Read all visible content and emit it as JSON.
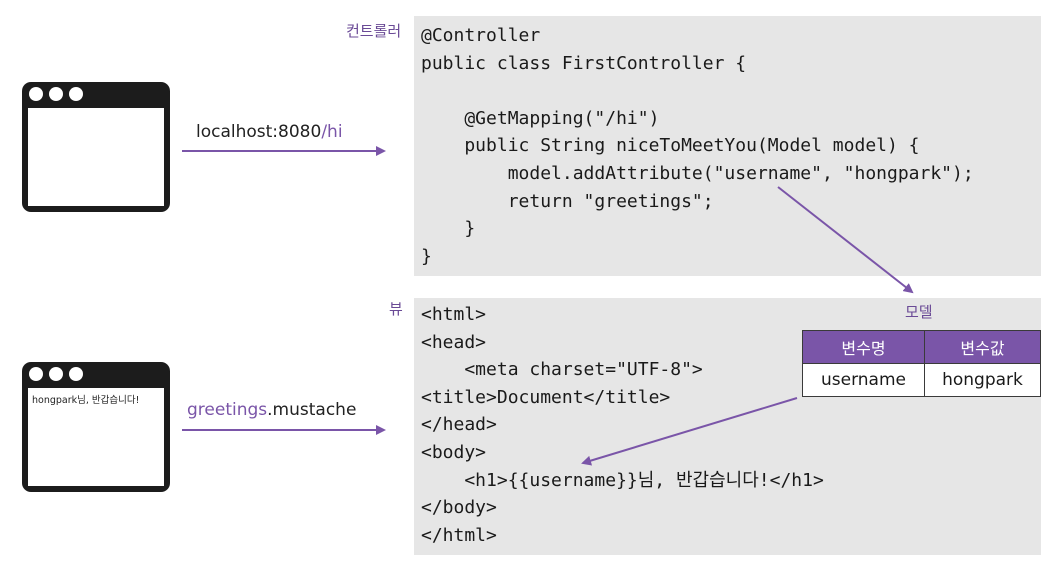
{
  "controller": {
    "label": "컨트롤러",
    "code": "@Controller\npublic class FirstController {\n\n    @GetMapping(\"/hi\")\n    public String niceToMeetYou(Model model) {\n        model.addAttribute(\"username\", \"hongpark\");\n        return \"greetings\";\n    }\n}"
  },
  "view": {
    "label": "뷰",
    "code": "<html>\n<head>\n    <meta charset=\"UTF-8\">\n<title>Document</title>\n</head>\n<body>\n    <h1>{{username}}님, 반갑습니다!</h1>\n</body>\n</html>"
  },
  "request": {
    "host": "localhost:8080",
    "path": "/hi"
  },
  "template": {
    "name": "greetings",
    "ext": ".mustache"
  },
  "result_browser": {
    "text": "hongpark님, 반갑습니다!"
  },
  "model": {
    "label": "모델",
    "headers": [
      "변수명",
      "변수값"
    ],
    "row": [
      "username",
      "hongpark"
    ]
  },
  "colors": {
    "accent": "#7a55a8",
    "code_bg": "#e6e6e6",
    "browser": "#1c1c1c"
  }
}
